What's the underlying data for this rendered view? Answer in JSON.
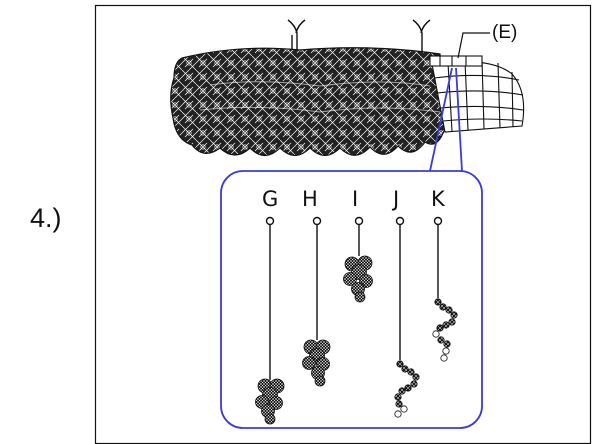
{
  "step": {
    "number": "4.)"
  },
  "callout": {
    "label": "(E)"
  },
  "strands": [
    {
      "label": "G",
      "style": "cluster"
    },
    {
      "label": "H",
      "style": "cluster"
    },
    {
      "label": "I",
      "style": "cluster"
    },
    {
      "label": "J",
      "style": "chain"
    },
    {
      "label": "K",
      "style": "chain"
    }
  ],
  "colors": {
    "ink": "#111111",
    "callout_outline": "#3b3bd9",
    "foliage": "#1a1a1a",
    "background": "#ffffff"
  }
}
